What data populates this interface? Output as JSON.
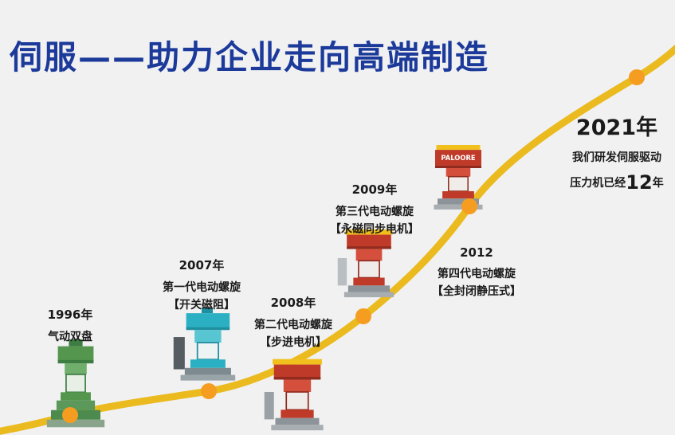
{
  "title": "伺服——助力企业走向高端制造",
  "colors": {
    "background": "#f1f1f2",
    "title": "#1c3a9a",
    "curve": "#eaba1e",
    "dot": "#f59d20",
    "text": "#1a1a1a",
    "machine_green": "#55964f",
    "machine_teal": "#2ab0c2",
    "machine_red": "#bf3a28",
    "banner_yellow": "#f2c01d"
  },
  "milestones": [
    {
      "year": "1996年",
      "line1": "气动双盘",
      "line2": ""
    },
    {
      "year": "2007年",
      "line1": "第一代电动螺旋",
      "line2": "【开关磁阻】"
    },
    {
      "year": "2008年",
      "line1": "第二代电动螺旋",
      "line2": "【步进电机】"
    },
    {
      "year": "2009年",
      "line1": "第三代电动螺旋",
      "line2": "【永磁同步电机】"
    },
    {
      "year": "2012",
      "line1": "第四代电动螺旋",
      "line2": "【全封闭静压式】"
    }
  ],
  "finale": {
    "year": "2021年",
    "line1": "我们研发伺服驱动",
    "line2_prefix": "压力机已经",
    "line2_number": "12",
    "line2_suffix": "年"
  },
  "machine_brand": "PALOORE"
}
